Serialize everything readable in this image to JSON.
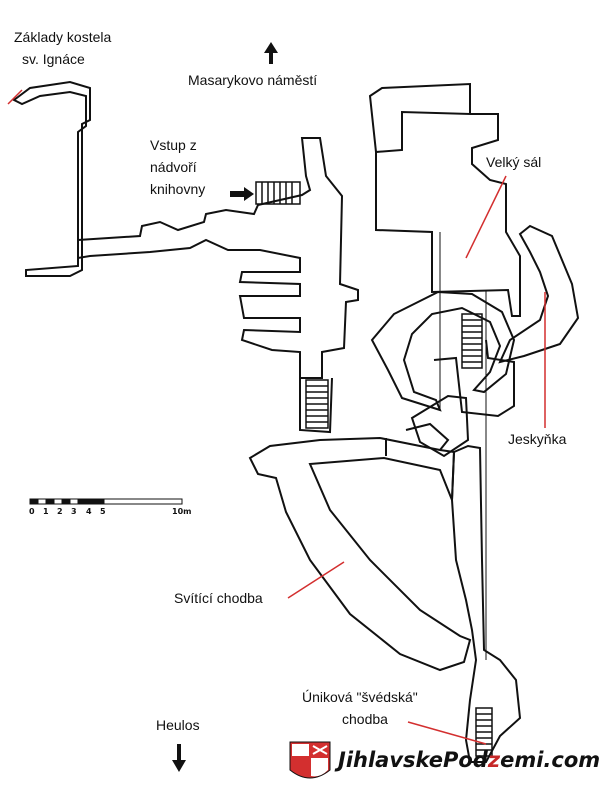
{
  "map": {
    "labels": {
      "church_line1": "Základy kostela",
      "church_line2": "sv. Ignáce",
      "square": "Masarykovo náměstí",
      "entrance_line1": "Vstup z",
      "entrance_line2": "nádvoří",
      "entrance_line3": "knihovny",
      "great_hall": "Velký sál",
      "grotto": "Jeskyňka",
      "glowing_corridor": "Svítící chodba",
      "escape_line1": "Úniková \"švédská\"",
      "escape_line2": "chodba",
      "heulos": "Heulos"
    },
    "scale": {
      "ticks": [
        "0",
        "1",
        "2",
        "3",
        "4",
        "5"
      ],
      "end_label": "10m"
    },
    "brand": {
      "text_a": "JihlavskePod",
      "text_b": "z",
      "text_c": "emi.com"
    },
    "colors": {
      "outline": "#111111",
      "pointer": "#d32f2f",
      "shield_red": "#d32f2f",
      "shield_white": "#ffffff"
    }
  }
}
